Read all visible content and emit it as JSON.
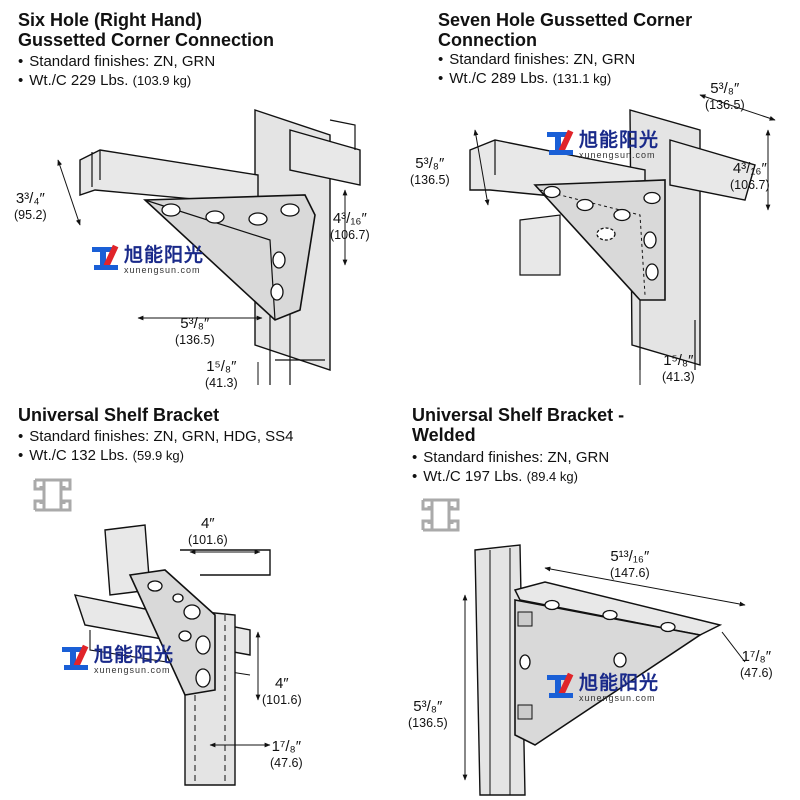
{
  "panels": [
    {
      "title_line1": "Six Hole (Right Hand)",
      "title_line2": "Gussetted Corner Connection",
      "finish": "Standard finishes: ZN, GRN",
      "weight_main": "Wt./C 229 Lbs.",
      "weight_metric": "(103.9 kg)",
      "dims": [
        {
          "main": "3³/₄″",
          "metric": "(95.2)"
        },
        {
          "main": "4³/₁₆″",
          "metric": "(106.7)"
        },
        {
          "main": "5³/₈″",
          "metric": "(136.5)"
        },
        {
          "main": "1⁵/₈″",
          "metric": "(41.3)"
        }
      ]
    },
    {
      "title_line1": "Seven Hole Gussetted Corner",
      "title_line2": "Connection",
      "finish": "Standard finishes: ZN, GRN",
      "weight_main": "Wt./C 289 Lbs.",
      "weight_metric": "(131.1 kg)",
      "dims": [
        {
          "main": "5³/₈″",
          "metric": "(136.5)"
        },
        {
          "main": "5³/₈″",
          "metric": "(136.5)"
        },
        {
          "main": "4³/₁₆″",
          "metric": "(106.7)"
        },
        {
          "main": "1⁵/₈″",
          "metric": "(41.3)"
        }
      ]
    },
    {
      "title_line1": "Universal Shelf Bracket",
      "title_line2": "",
      "finish": "Standard finishes: ZN, GRN, HDG, SS4",
      "weight_main": "Wt./C 132 Lbs.",
      "weight_metric": "(59.9 kg)",
      "dims": [
        {
          "main": "4″",
          "metric": "(101.6)"
        },
        {
          "main": "4″",
          "metric": "(101.6)"
        },
        {
          "main": "1⁷/₈″",
          "metric": "(47.6)"
        }
      ]
    },
    {
      "title_line1": "Universal Shelf Bracket -",
      "title_line2": "Welded",
      "finish": "Standard finishes: ZN, GRN",
      "weight_main": "Wt./C 197 Lbs.",
      "weight_metric": "(89.4 kg)",
      "dims": [
        {
          "main": "5¹³/₁₆″",
          "metric": "(147.6)"
        },
        {
          "main": "1⁷/₈″",
          "metric": "(47.6)"
        },
        {
          "main": "5³/₈″",
          "metric": "(136.5)"
        }
      ]
    }
  ],
  "watermark": {
    "name_zh": "旭能阳光",
    "site": "xunengsun.com"
  },
  "colors": {
    "steel": "#d9d9d9",
    "line": "#1a1a1a",
    "logo_blue": "#1a5fd6",
    "logo_red": "#e0242a"
  }
}
